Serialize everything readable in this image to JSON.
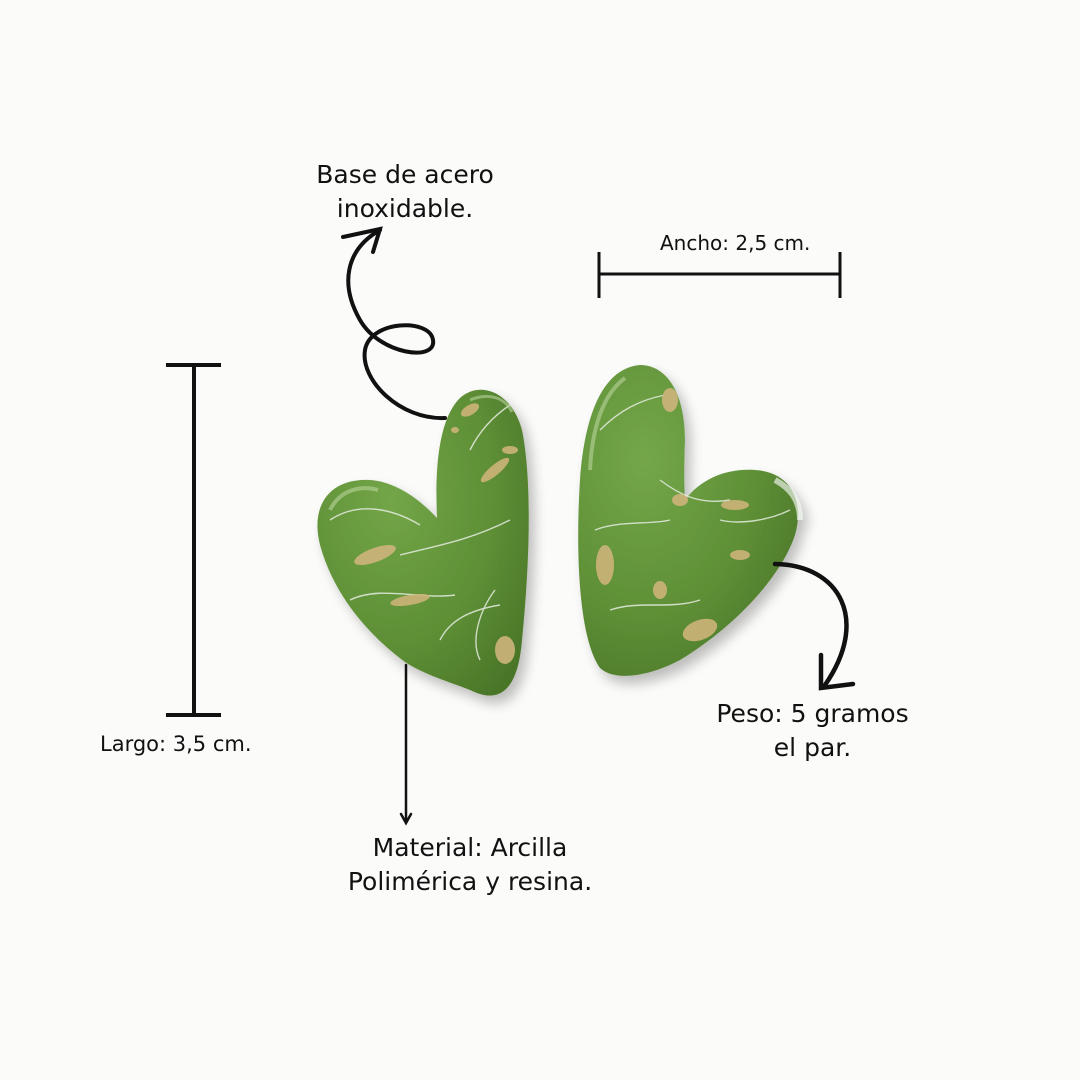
{
  "colors": {
    "background": "#fbfbfa",
    "ink": "#111111",
    "clay_green": "#5e8f36",
    "clay_green_dark": "#467024",
    "clay_highlight": "#8fb86a",
    "gold_flake": "#cdb47a",
    "white_vein": "#e4ece0"
  },
  "product": {
    "name": "green-heart-stud-earrings",
    "pieces": 2
  },
  "annotations": {
    "base": {
      "lines": [
        "Base de acero",
        "inoxidable."
      ]
    },
    "width": {
      "text": "Ancho: 2,5 cm."
    },
    "length": {
      "text": "Largo: 3,5 cm."
    },
    "weight": {
      "lines": [
        "Peso: 5 gramos",
        "el par."
      ]
    },
    "material": {
      "lines": [
        "Material: Arcilla",
        "Polimérica y resina."
      ]
    }
  }
}
